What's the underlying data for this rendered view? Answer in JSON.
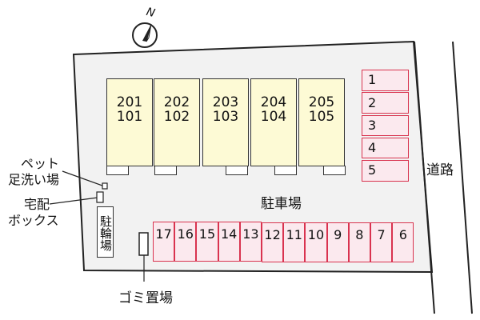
{
  "compass": {
    "north_label": "N"
  },
  "units": [
    {
      "upper": "201",
      "lower": "101"
    },
    {
      "upper": "202",
      "lower": "102"
    },
    {
      "upper": "203",
      "lower": "103"
    },
    {
      "upper": "204",
      "lower": "104"
    },
    {
      "upper": "205",
      "lower": "105"
    }
  ],
  "parking_right": [
    "1",
    "2",
    "3",
    "4",
    "5"
  ],
  "parking_bottom": [
    "17",
    "16",
    "15",
    "14",
    "13",
    "12",
    "11",
    "10",
    "9",
    "8",
    "7",
    "6"
  ],
  "labels": {
    "parking_area": "駐車場",
    "road": "道路",
    "pet_wash_line1": "ペット",
    "pet_wash_line2": "足洗い場",
    "delivery_box_line1": "宅配",
    "delivery_box_line2": "ボックス",
    "bicycle_parking": "駐輪場",
    "garbage": "ゴミ置場"
  },
  "colors": {
    "lot_fill": "#f2f2f2",
    "unit_fill": "#fdfad5",
    "parking_fill": "#fbe9ee",
    "parking_border": "#d9334f"
  }
}
